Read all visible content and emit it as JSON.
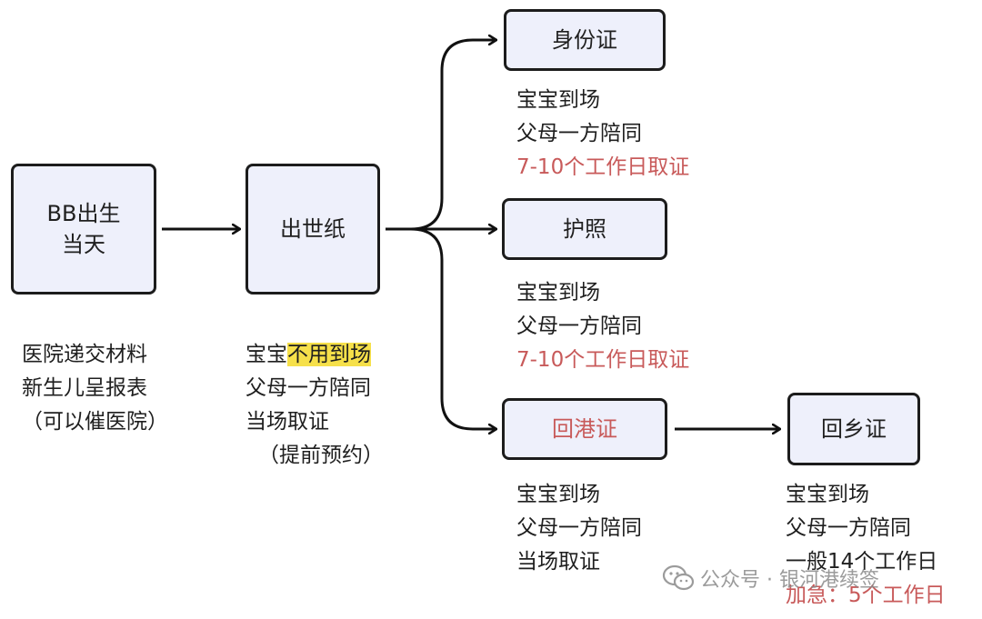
{
  "nodes": {
    "birth_day": {
      "lines": [
        "BB出生",
        "当天"
      ]
    },
    "birth_cert": {
      "label": "出世纸"
    },
    "id_card": {
      "label": "身份证"
    },
    "passport": {
      "label": "护照"
    },
    "home_return_permit": {
      "label": "回港证"
    },
    "hometown_permit": {
      "label": "回乡证"
    }
  },
  "notes": {
    "birth_day": [
      "医院递交材料",
      "新生儿呈报表",
      "（可以催医院）"
    ],
    "birth_cert": {
      "line1_prefix": "宝宝",
      "line1_highlight": "不用到场",
      "lines": [
        "父母一方陪同",
        "当场取证",
        "（提前预约）"
      ]
    },
    "id_card": {
      "lines": [
        "宝宝到场",
        "父母一方陪同"
      ],
      "time": "7-10个工作日取证"
    },
    "passport": {
      "lines": [
        "宝宝到场",
        "父母一方陪同"
      ],
      "time": "7-10个工作日取证"
    },
    "home_return_permit": {
      "lines": [
        "宝宝到场",
        "父母一方陪同",
        "当场取证"
      ]
    },
    "hometown_permit": {
      "lines": [
        "宝宝到场",
        "父母一方陪同",
        "一般14个工作日"
      ],
      "urgent": "加急：5个工作日"
    }
  },
  "watermark": {
    "text": "公众号 · 银河港续签",
    "icon": "wechat-icon"
  },
  "colors": {
    "box_fill": "#eef0fb",
    "box_border": "#1c1c1c",
    "accent_red": "#c85a5a",
    "highlight": "#f6e04a",
    "arrow": "#111111"
  }
}
